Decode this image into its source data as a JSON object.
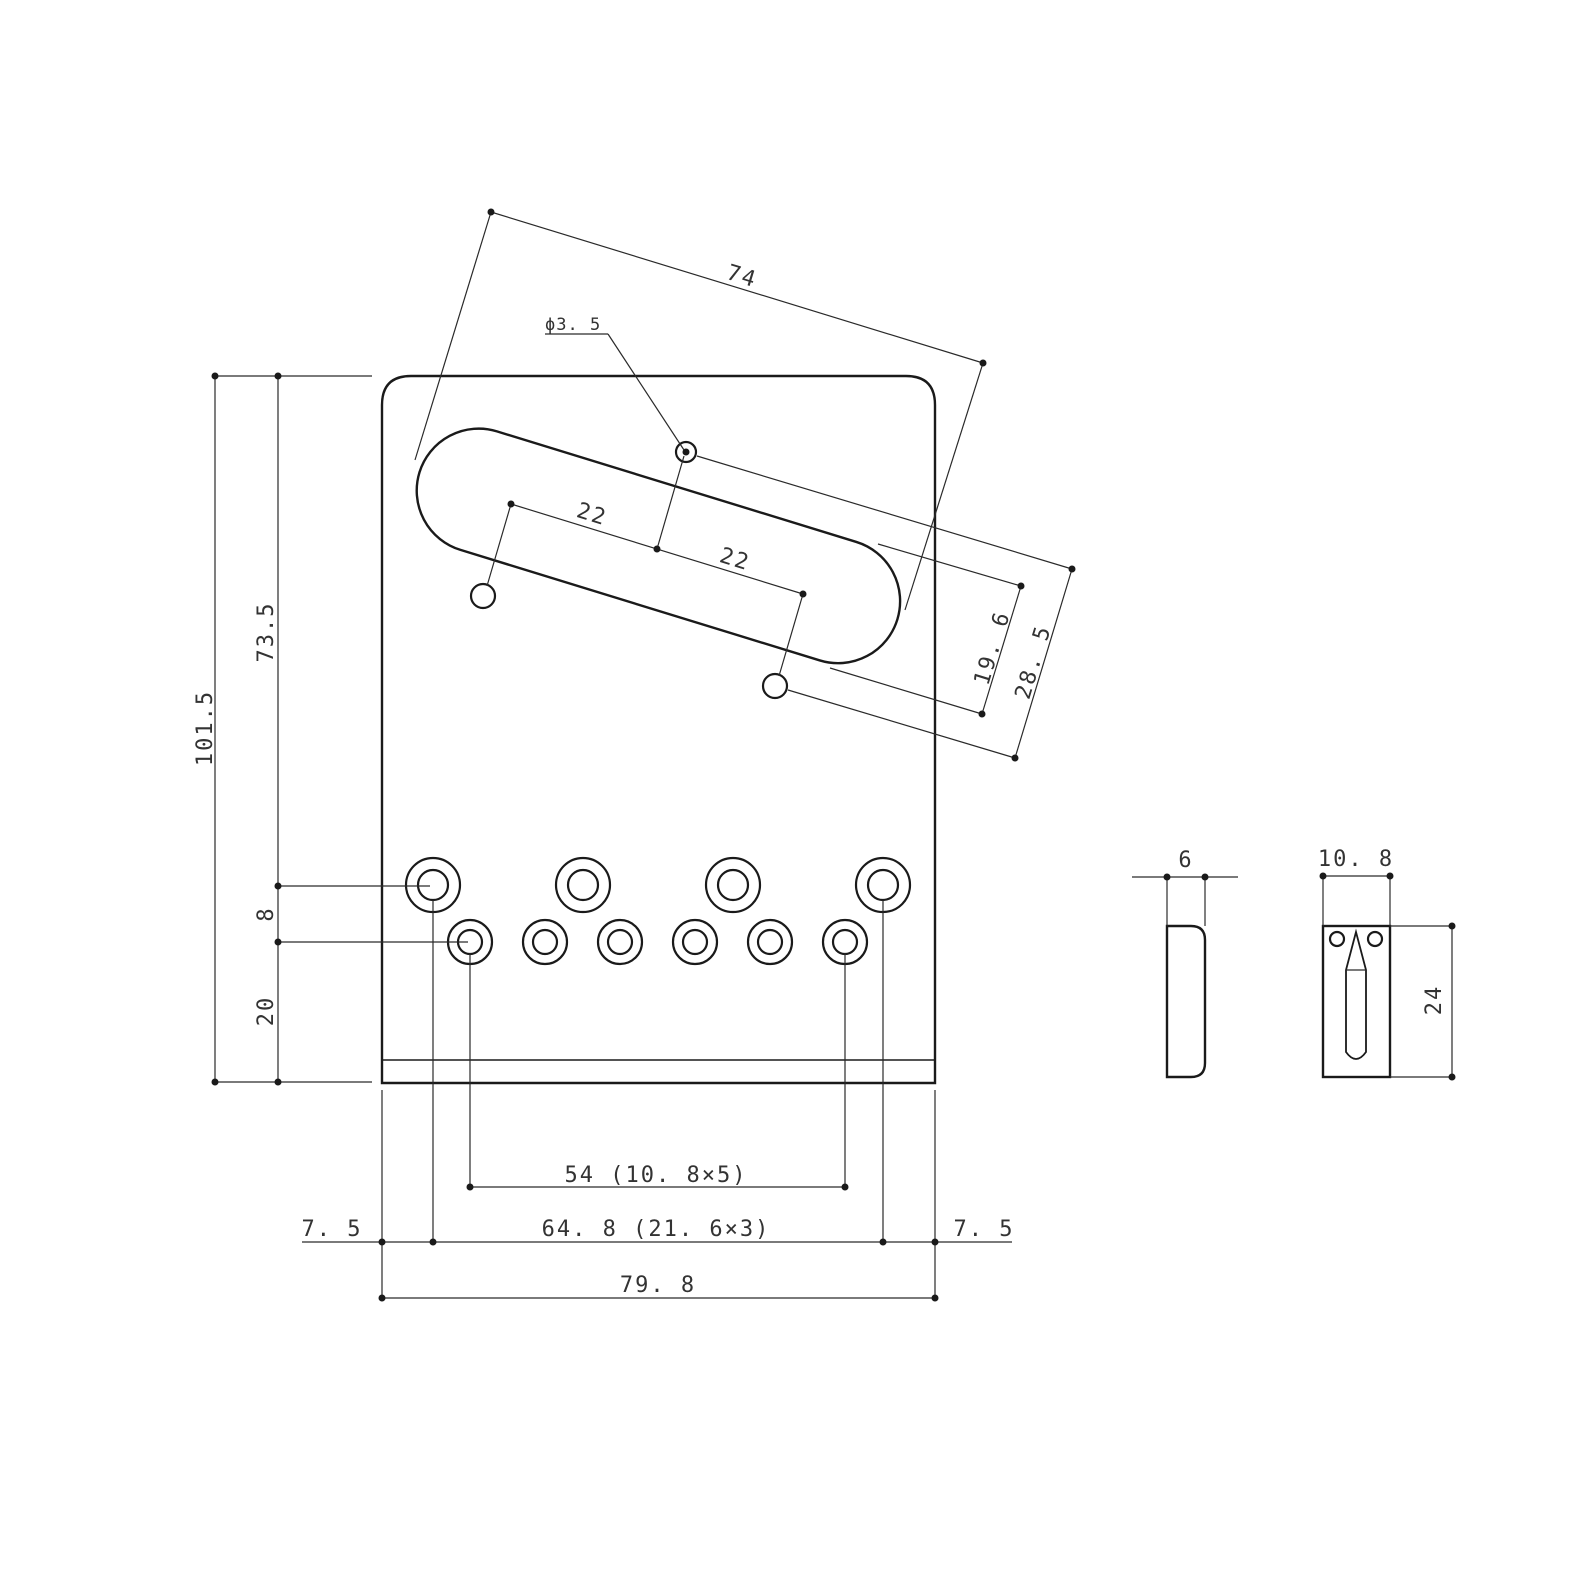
{
  "drawing": {
    "ink_color": "#1a1a1a",
    "background": "#ffffff",
    "dimensions": {
      "overall_height": "101.5",
      "pickup_to_saddle": "73.5",
      "hole_row_gap": "8",
      "bottom_row_to_edge": "20",
      "slot_length": "74",
      "screw_hole_diameter": "ϕ3. 5",
      "pickup_hole_left": "22",
      "pickup_hole_right": "22",
      "slot_width": "19. 6",
      "pickup_hole_offset": "28. 5",
      "string_spacing": "54 (10. 8×5)",
      "outer_spacing": "64. 8 (21. 6×3)",
      "left_margin": "7. 5",
      "right_margin": "7. 5",
      "plate_width": "79. 8",
      "side_thickness": "6",
      "saddle_width": "10. 8",
      "saddle_height": "24"
    }
  }
}
